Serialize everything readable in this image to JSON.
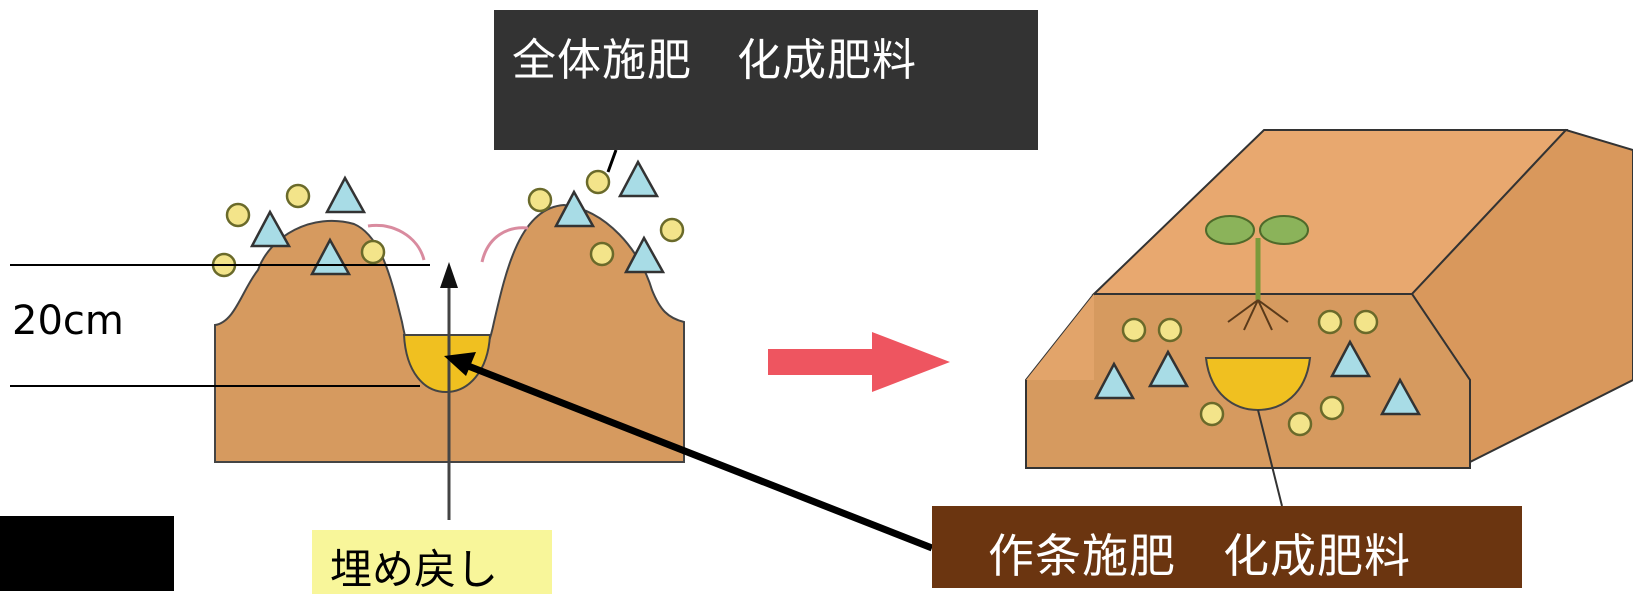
{
  "labels": {
    "top": "全体施肥　化成肥料",
    "depth": "20cm",
    "backfill": "埋め戻し",
    "row": "作条施肥　化成肥料"
  },
  "colors": {
    "soil": "#d69a5f",
    "soil_top": "#e8a86f",
    "fertilizer_pocket": "#f0c020",
    "circle_fertilizer": "#f3e48a",
    "triangle_fertilizer": "#a8dce6",
    "arrow": "#ee5560",
    "plant": "#8bb35a",
    "top_label_bg": "#333333",
    "row_label_bg": "#6b3510",
    "backfill_label_bg": "#f8f69a"
  },
  "icons": [
    "circle-fertilizer-icon",
    "triangle-fertilizer-icon",
    "seedling-icon",
    "right-arrow-icon"
  ]
}
